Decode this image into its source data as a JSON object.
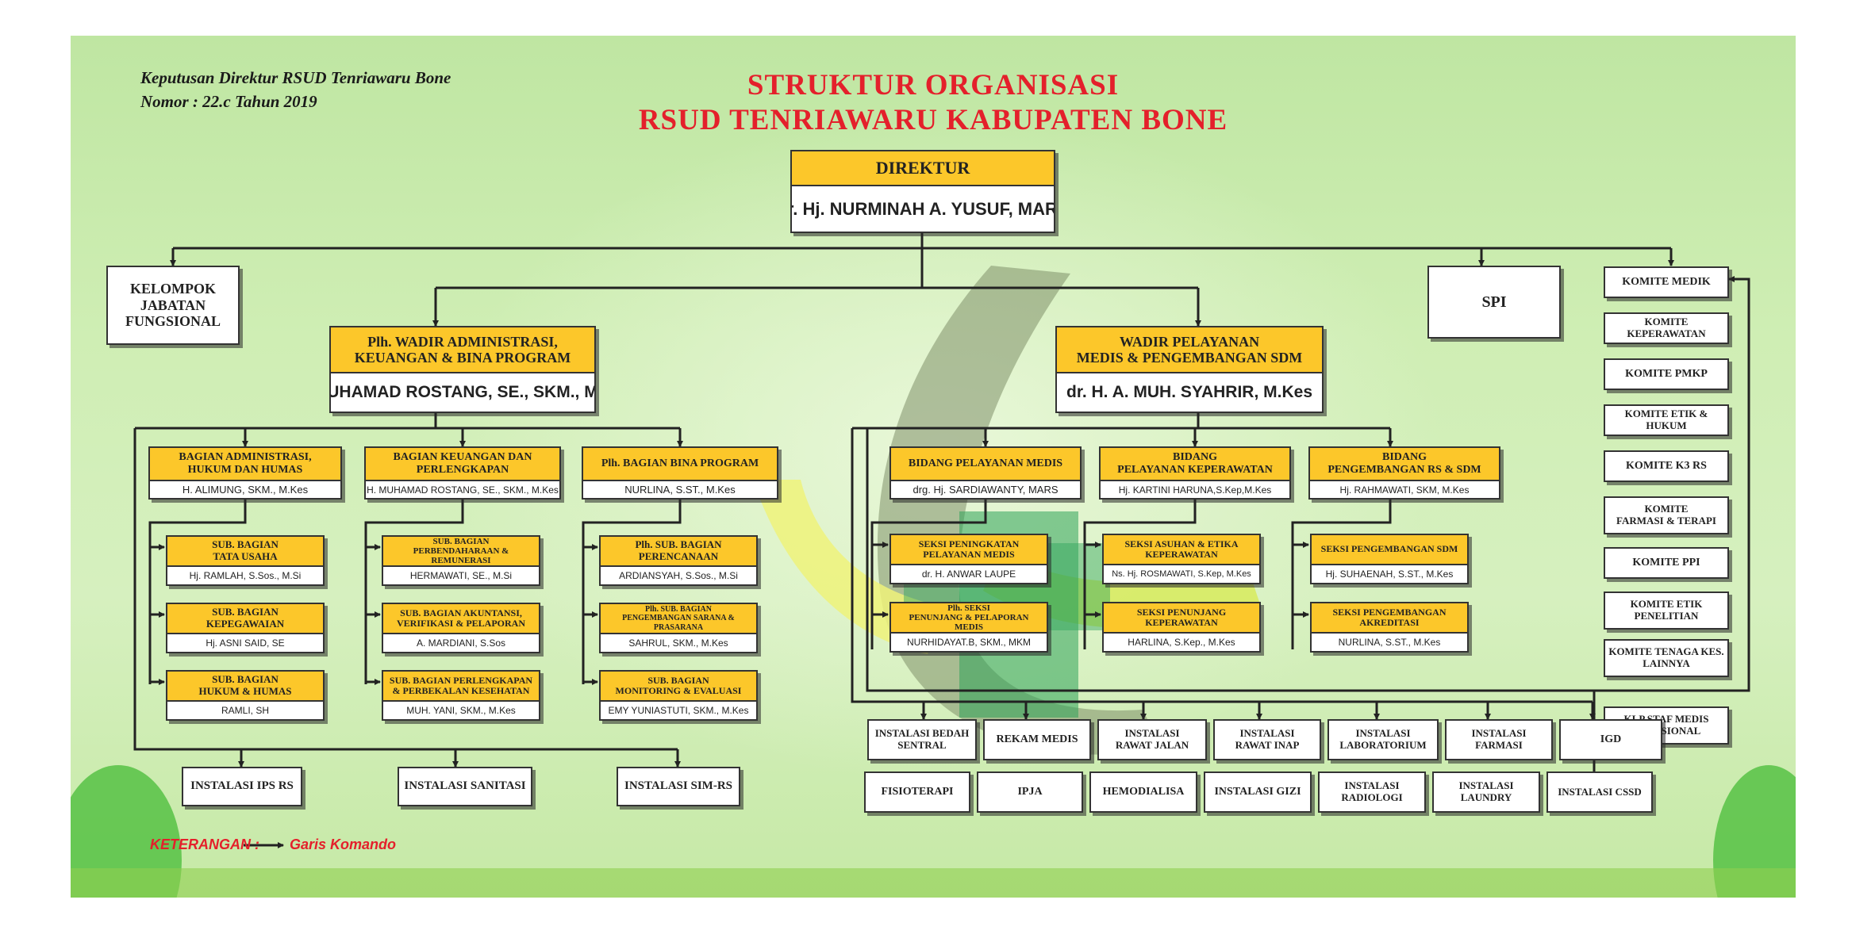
{
  "decree": {
    "line1": "Keputusan Direktur RSUD Tenriawaru Bone",
    "line2": "Nomor : 22.c Tahun 2019"
  },
  "title": {
    "line1": "STRUKTUR ORGANISASI",
    "line2": "RSUD TENRIAWARU KABUPATEN BONE"
  },
  "direktur": {
    "title": "DIREKTUR",
    "name": "dr. Hj. NURMINAH A. YUSUF, MARS"
  },
  "kelompok_jabatan": "KELOMPOK\nJABATAN\nFUNGSIONAL",
  "spi": "SPI",
  "wadir_admin": {
    "title": "Plh. WADIR ADMINISTRASI,\nKEUANGAN & BINA PROGRAM",
    "name": "H. MUHAMAD ROSTANG, SE., SKM., M.Kes"
  },
  "wadir_pelayanan": {
    "title": "WADIR PELAYANAN\nMEDIS & PENGEMBANGAN SDM",
    "name": "dr. H. A. MUH. SYAHRIR, M.Kes"
  },
  "bagian": [
    {
      "title": "BAGIAN ADMINISTRASI,\nHUKUM DAN HUMAS",
      "name": "H. ALIMUNG, SKM., M.Kes"
    },
    {
      "title": "BAGIAN KEUANGAN DAN\nPERLENGKAPAN",
      "name": "H. MUHAMAD ROSTANG, SE., SKM., M.Kes"
    },
    {
      "title": "Plh. BAGIAN BINA PROGRAM",
      "name": "NURLINA, S.ST.,  M.Kes"
    }
  ],
  "subbag_admin": [
    {
      "title": "SUB. BAGIAN\nTATA USAHA",
      "name": "Hj. RAMLAH, S.Sos., M.Si"
    },
    {
      "title": "SUB. BAGIAN\nKEPEGAWAIAN",
      "name": "Hj. ASNI SAID, SE"
    },
    {
      "title": "SUB. BAGIAN\nHUKUM & HUMAS",
      "name": "RAMLI, SH"
    }
  ],
  "subbag_keuangan": [
    {
      "title": "SUB. BAGIAN\nPERBENDAHARAAN & REMUNERASI",
      "name": "HERMAWATI, SE.,  M.Si"
    },
    {
      "title": "SUB. BAGIAN AKUNTANSI,\nVERIFIKASI & PELAPORAN",
      "name": "A. MARDIANI, S.Sos"
    },
    {
      "title": "SUB. BAGIAN PERLENGKAPAN\n& PERBEKALAN KESEHATAN",
      "name": "MUH. YANI, SKM., M.Kes"
    }
  ],
  "subbag_program": [
    {
      "title": "Plh. SUB. BAGIAN\nPERENCANAAN",
      "name": "ARDIANSYAH, S.Sos., M.Si"
    },
    {
      "title": "Plh. SUB. BAGIAN\nPENGEMBANGAN SARANA & PRASARANA",
      "name": "SAHRUL, SKM., M.Kes"
    },
    {
      "title": "SUB. BAGIAN\nMONITORING & EVALUASI",
      "name": "EMY YUNIASTUTI, SKM., M.Kes"
    }
  ],
  "bidang": [
    {
      "title": "BIDANG PELAYANAN MEDIS",
      "name": "drg. Hj. SARDIAWANTY, MARS"
    },
    {
      "title": "BIDANG\nPELAYANAN KEPERAWATAN",
      "name": "Hj. KARTINI HARUNA,S.Kep,M.Kes"
    },
    {
      "title": "BIDANG\nPENGEMBANGAN RS & SDM",
      "name": "Hj. RAHMAWATI, SKM, M.Kes"
    }
  ],
  "seksi_medis": [
    {
      "title": "SEKSI PENINGKATAN\nPELAYANAN MEDIS",
      "name": "dr. H. ANWAR LAUPE"
    },
    {
      "title": "Plh. SEKSI\nPENUNJANG & PELAPORAN MEDIS",
      "name": "NURHIDAYAT.B, SKM., MKM"
    }
  ],
  "seksi_keperawatan": [
    {
      "title": "SEKSI ASUHAN & ETIKA\nKEPERAWATAN",
      "name": "Ns. Hj. ROSMAWATI, S.Kep, M.Kes"
    },
    {
      "title": "SEKSI PENUNJANG\nKEPERAWATAN",
      "name": "HARLINA, S.Kep., M.Kes"
    }
  ],
  "seksi_pengembangan": [
    {
      "title": "SEKSI PENGEMBANGAN SDM",
      "name": "Hj. SUHAENAH, S.ST., M.Kes"
    },
    {
      "title": "SEKSI PENGEMBANGAN\nAKREDITASI",
      "name": "NURLINA, S.ST., M.Kes"
    }
  ],
  "komite": [
    "KOMITE MEDIK",
    "KOMITE KEPERAWATAN",
    "KOMITE PMKP",
    "KOMITE ETIK & HUKUM",
    "KOMITE K3 RS",
    "KOMITE\nFARMASI & TERAPI",
    "KOMITE PPI",
    "KOMITE ETIK\nPENELITIAN",
    "KOMITE TENAGA KES.\nLAINNYA",
    "KLP STAF MEDIS\nFUNGSIONAL"
  ],
  "instalasi_admin": [
    "INSTALASI IPS RS",
    "INSTALASI SANITASI",
    "INSTALASI SIM-RS"
  ],
  "instalasi_top": [
    "INSTALASI BEDAH\nSENTRAL",
    "REKAM MEDIS",
    "INSTALASI\nRAWAT JALAN",
    "INSTALASI\nRAWAT INAP",
    "INSTALASI\nLABORATORIUM",
    "INSTALASI\nFARMASI",
    "IGD"
  ],
  "instalasi_bottom": [
    "FISIOTERAPI",
    "IPJA",
    "HEMODIALISA",
    "INSTALASI GIZI",
    "INSTALASI\nRADIOLOGI",
    "INSTALASI\nLAUNDRY",
    "INSTALASI CSSD"
  ],
  "legend": {
    "label": "KETERANGAN :",
    "text": "Garis Komando"
  },
  "colors": {
    "header_fill": "#fcc72a",
    "title_red": "#e4202b",
    "background_green": "#c8eaa9"
  }
}
